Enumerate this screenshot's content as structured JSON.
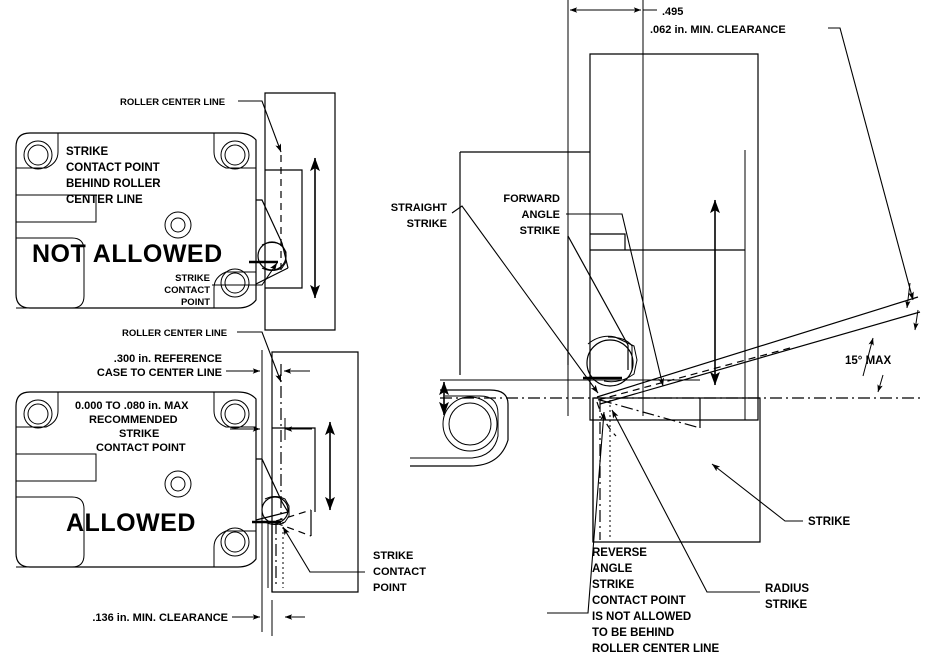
{
  "document": {
    "title": "Strike Contact Point Clearance Diagram",
    "type": "engineering-drawing"
  },
  "left_top_view": {
    "verdict": "NOT ALLOWED",
    "body_note_lines": [
      "STRIKE",
      "CONTACT POINT",
      "BEHIND ROLLER",
      "CENTER LINE"
    ],
    "roller_center_line_label": "ROLLER CENTER LINE",
    "contact_point_label_lines": [
      "STRIKE",
      "CONTACT",
      "POINT"
    ]
  },
  "left_bottom_view": {
    "verdict": "ALLOWED",
    "roller_center_line_label": "ROLLER CENTER LINE",
    "reference_dim_lines": [
      ".300 in. REFERENCE",
      "CASE TO CENTER LINE"
    ],
    "recommended_note_lines": [
      "0.000 TO .080 in. MAX",
      "RECOMMENDED",
      "STRIKE",
      "CONTACT POINT"
    ],
    "contact_point_label_lines": [
      "STRIKE",
      "CONTACT",
      "POINT"
    ],
    "min_clearance_label": ".136 in. MIN. CLEARANCE"
  },
  "right_view": {
    "top_dimension": ".495",
    "min_clearance_label": ".062 in. MIN. CLEARANCE",
    "straight_strike_lines": [
      "STRAIGHT",
      "STRIKE"
    ],
    "forward_angle_strike_lines": [
      "FORWARD",
      "ANGLE",
      "STRIKE"
    ],
    "angle_max_label": "15° MAX",
    "strike_label": "STRIKE",
    "radius_strike_lines": [
      "RADIUS",
      "STRIKE"
    ],
    "reverse_angle_note_lines": [
      "REVERSE",
      "ANGLE",
      "STRIKE",
      "CONTACT POINT",
      "IS NOT ALLOWED",
      "TO BE BEHIND",
      "ROLLER CENTER LINE"
    ]
  },
  "colors": {
    "line": "#000000",
    "background": "#ffffff",
    "text": "#000000"
  }
}
